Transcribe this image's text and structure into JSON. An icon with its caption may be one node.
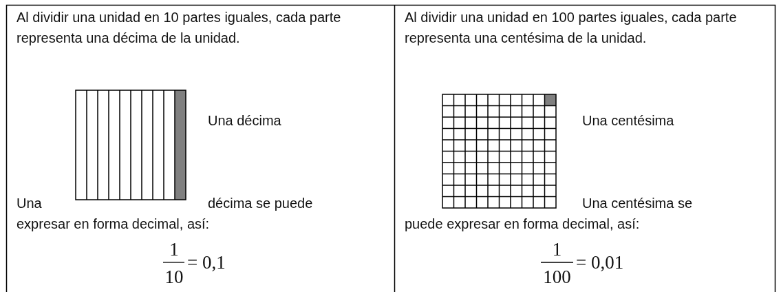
{
  "diagram": {
    "labels": [
      "Al dividir una unidad en 10 partes iguales, cada parte representa una décima de la unidad.",
      "Una décima",
      "Una",
      "décima se puede",
      "expresar en forma decimal, así:",
      "1",
      "10",
      "= 0,1",
      "Al dividir una unidad en 100 partes iguales, cada parte representa una centésima de la unidad.",
      "Una centésima",
      "Una centésima se",
      "puede expresar en forma decimal, así:",
      "1",
      "100",
      "= 0,01"
    ]
  }
}
